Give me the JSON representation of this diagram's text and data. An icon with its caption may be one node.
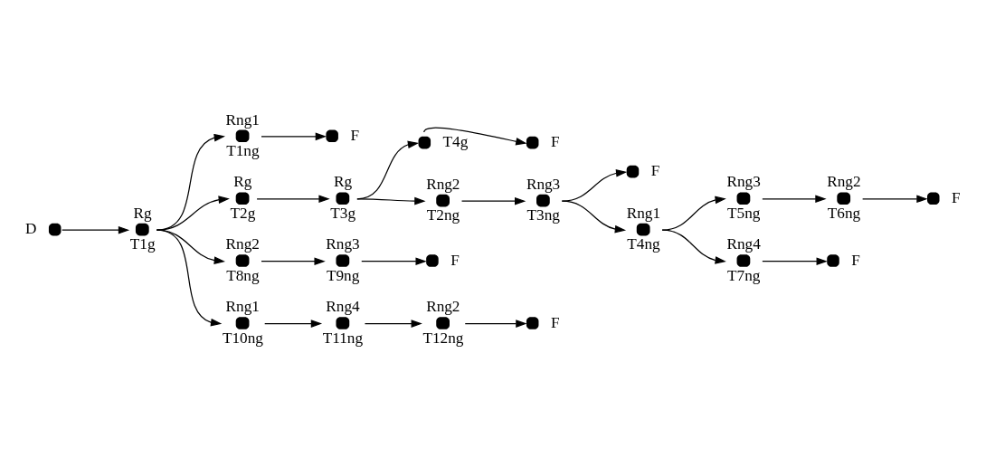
{
  "diagram": {
    "nodes": [
      {
        "text": [],
        "shape": "circle",
        "beside": [
          "D"
        ]
      },
      {
        "text": [],
        "shape": "circle",
        "beside": [
          "Rg",
          "T1g"
        ]
      },
      {
        "text": [],
        "shape": "circle",
        "beside": [
          "Rng1",
          "T1ng"
        ]
      },
      {
        "text": [],
        "shape": "circle",
        "beside": [
          "F"
        ]
      },
      {
        "text": [],
        "shape": "circle",
        "beside": [
          "Rg",
          "T2g"
        ]
      },
      {
        "text": [],
        "shape": "circle",
        "beside": [
          "Rg",
          "T3g"
        ]
      },
      {
        "text": [],
        "shape": "circle",
        "beside": [
          "T4g"
        ]
      },
      {
        "text": [],
        "shape": "circle",
        "beside": [
          "F"
        ]
      },
      {
        "text": [],
        "shape": "circle",
        "beside": [
          "Rng2",
          "T2ng"
        ]
      },
      {
        "text": [],
        "shape": "circle",
        "beside": [
          "Rng3",
          "T3ng"
        ]
      },
      {
        "text": [],
        "shape": "circle",
        "beside": [
          "F"
        ]
      },
      {
        "text": [],
        "shape": "circle",
        "beside": [
          "Rng1",
          "T4ng"
        ]
      },
      {
        "text": [],
        "shape": "circle",
        "beside": [
          "Rng3",
          "T5ng"
        ]
      },
      {
        "text": [],
        "shape": "circle",
        "beside": [
          "Rng2",
          "T6ng"
        ]
      },
      {
        "text": [],
        "shape": "circle",
        "beside": [
          "F"
        ]
      },
      {
        "text": [],
        "shape": "circle",
        "beside": [
          "Rng4",
          "T7ng"
        ]
      },
      {
        "text": [],
        "shape": "circle",
        "beside": [
          "F"
        ]
      },
      {
        "text": [],
        "shape": "circle",
        "beside": [
          "Rng2",
          "T8ng"
        ]
      },
      {
        "text": [],
        "shape": "circle",
        "beside": [
          "Rng3",
          "T9ng"
        ]
      },
      {
        "text": [],
        "shape": "circle",
        "beside": [
          "F"
        ]
      },
      {
        "text": [],
        "shape": "circle",
        "beside": [
          "Rng1",
          "T10ng"
        ]
      },
      {
        "text": [],
        "shape": "circle",
        "beside": [
          "Rng4",
          "T11ng"
        ]
      },
      {
        "text": [],
        "shape": "circle",
        "beside": [
          "Rng2",
          "T12ng"
        ]
      },
      {
        "text": [],
        "shape": "circle",
        "beside": [
          "F"
        ]
      }
    ],
    "edges": [
      {
        "from": 0,
        "to": 1,
        "arrow": "to"
      },
      {
        "from": 1,
        "to": 2,
        "arrow": "to"
      },
      {
        "from": 2,
        "to": 3,
        "arrow": "to"
      },
      {
        "from": 1,
        "to": 4,
        "arrow": "to"
      },
      {
        "from": 4,
        "to": 5,
        "arrow": "to"
      },
      {
        "from": 5,
        "to": 6,
        "arrow": "to"
      },
      {
        "from": 6,
        "to": 7,
        "arrow": "to"
      },
      {
        "from": 5,
        "to": 8,
        "arrow": "to"
      },
      {
        "from": 8,
        "to": 9,
        "arrow": "to"
      },
      {
        "from": 9,
        "to": 10,
        "arrow": "to"
      },
      {
        "from": 9,
        "to": 11,
        "arrow": "to"
      },
      {
        "from": 11,
        "to": 12,
        "arrow": "to"
      },
      {
        "from": 12,
        "to": 13,
        "arrow": "to"
      },
      {
        "from": 13,
        "to": 14,
        "arrow": "to"
      },
      {
        "from": 11,
        "to": 15,
        "arrow": "to"
      },
      {
        "from": 15,
        "to": 16,
        "arrow": "to"
      },
      {
        "from": 1,
        "to": 17,
        "arrow": "to"
      },
      {
        "from": 17,
        "to": 18,
        "arrow": "to"
      },
      {
        "from": 18,
        "to": 19,
        "arrow": "to"
      },
      {
        "from": 1,
        "to": 20,
        "arrow": "to"
      },
      {
        "from": 20,
        "to": 21,
        "arrow": "to"
      },
      {
        "from": 21,
        "to": 22,
        "arrow": "to"
      },
      {
        "from": 22,
        "to": 23,
        "arrow": "to"
      }
    ]
  }
}
